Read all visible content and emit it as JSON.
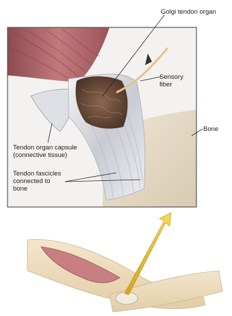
{
  "labels": {
    "golgi_tendon_organ": "Golgi tendon organ",
    "sensory_fiber_line1": "Sensory",
    "sensory_fiber_line2": "fiber",
    "bone": "Bone",
    "capsule_line1": "Tendon organ capsule",
    "capsule_line2": "(connective tissue)",
    "fascicles_line1": "Tendon fascicles",
    "fascicles_line2": "connected to",
    "fascicles_line3": "bone"
  },
  "colors": {
    "muscle": "#b86a6e",
    "muscle_dark": "#7f3f45",
    "tendon": "#dcdde3",
    "tendon_shadow": "#a9abb5",
    "bone": "#e8ddc9",
    "organ": "#6b4a38",
    "nerve": "#e6c28d",
    "arrow": "#e8c43a",
    "frame_border": "#555555"
  }
}
